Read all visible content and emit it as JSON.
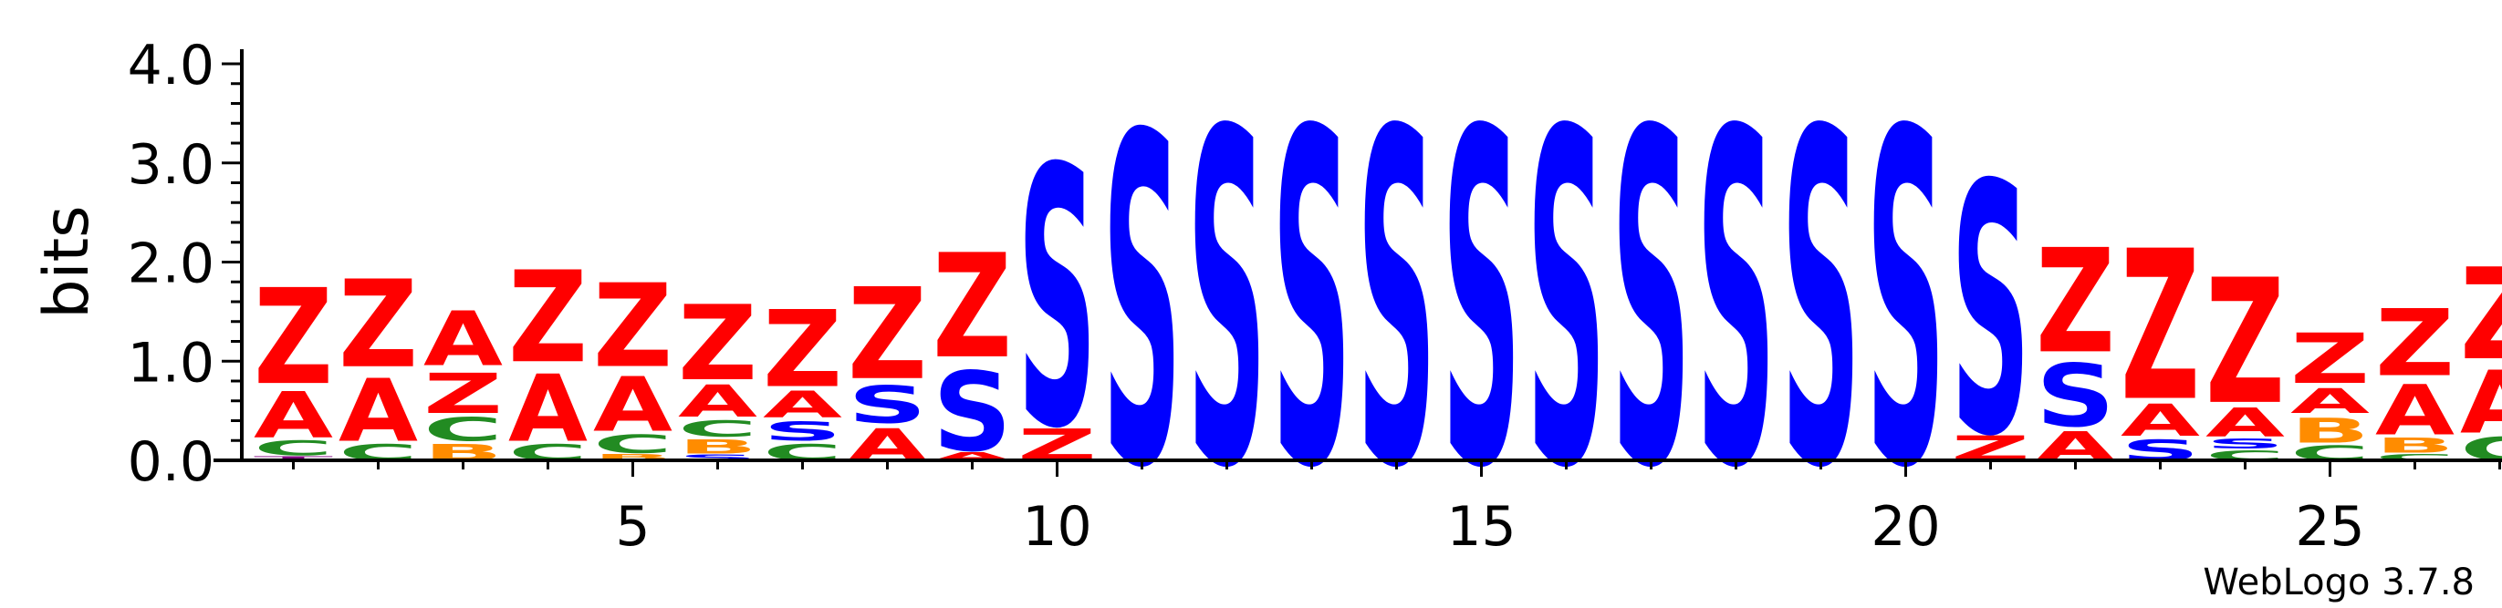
{
  "chart_data": {
    "type": "sequence-logo",
    "ylabel": "bits",
    "ylim": [
      0,
      4
    ],
    "y_ticks": [
      "0.0",
      "1.0",
      "2.0",
      "3.0",
      "4.0"
    ],
    "x_ticks": [
      "5",
      "10",
      "15",
      "20",
      "25"
    ],
    "x_tick_positions": [
      5,
      10,
      15,
      20,
      25
    ],
    "n_positions": 27,
    "credit": "WebLogo 3.7.8",
    "colors": {
      "Z": "#ff0000",
      "A": "#ff0000",
      "S": "#0000ff",
      "C": "#228b22",
      "B": "#ff8c00",
      "T": "#800080"
    },
    "positions": [
      {
        "pos": 1,
        "stack": [
          [
            "T",
            0.05
          ],
          [
            "C",
            0.18
          ],
          [
            "A",
            0.55
          ],
          [
            "Z",
            1.15
          ]
        ]
      },
      {
        "pos": 2,
        "stack": [
          [
            "C",
            0.2
          ],
          [
            "A",
            0.75
          ],
          [
            "Z",
            1.05
          ]
        ]
      },
      {
        "pos": 3,
        "stack": [
          [
            "B",
            0.2
          ],
          [
            "C",
            0.28
          ],
          [
            "Z",
            0.48
          ],
          [
            "A",
            0.65
          ]
        ]
      },
      {
        "pos": 4,
        "stack": [
          [
            "C",
            0.2
          ],
          [
            "A",
            0.8
          ],
          [
            "Z",
            1.1
          ]
        ]
      },
      {
        "pos": 5,
        "stack": [
          [
            "B",
            0.08
          ],
          [
            "C",
            0.22
          ],
          [
            "A",
            0.65
          ],
          [
            "Z",
            1.0
          ]
        ]
      },
      {
        "pos": 6,
        "stack": [
          [
            "S",
            0.07
          ],
          [
            "B",
            0.17
          ],
          [
            "C",
            0.2
          ],
          [
            "A",
            0.38
          ],
          [
            "Z",
            0.9
          ]
        ]
      },
      {
        "pos": 7,
        "stack": [
          [
            "C",
            0.2
          ],
          [
            "S",
            0.23
          ],
          [
            "A",
            0.32
          ],
          [
            "Z",
            0.92
          ]
        ]
      },
      {
        "pos": 8,
        "stack": [
          [
            "A",
            0.38
          ],
          [
            "S",
            0.45
          ],
          [
            "Z",
            1.1
          ]
        ]
      },
      {
        "pos": 9,
        "stack": [
          [
            "A",
            0.1
          ],
          [
            "S",
            0.95
          ],
          [
            "Z",
            1.25
          ]
        ]
      },
      {
        "pos": 10,
        "stack": [
          [
            "Z",
            0.38
          ],
          [
            "S",
            3.1
          ]
        ]
      },
      {
        "pos": 11,
        "stack": [
          [
            "S",
            3.95
          ]
        ]
      },
      {
        "pos": 12,
        "stack": [
          [
            "S",
            4.0
          ]
        ]
      },
      {
        "pos": 13,
        "stack": [
          [
            "S",
            4.0
          ]
        ]
      },
      {
        "pos": 14,
        "stack": [
          [
            "S",
            4.0
          ]
        ]
      },
      {
        "pos": 15,
        "stack": [
          [
            "S",
            4.0
          ]
        ]
      },
      {
        "pos": 16,
        "stack": [
          [
            "S",
            4.0
          ]
        ]
      },
      {
        "pos": 17,
        "stack": [
          [
            "S",
            4.0
          ]
        ]
      },
      {
        "pos": 18,
        "stack": [
          [
            "S",
            4.0
          ]
        ]
      },
      {
        "pos": 19,
        "stack": [
          [
            "S",
            4.0
          ]
        ]
      },
      {
        "pos": 20,
        "stack": [
          [
            "S",
            4.0
          ]
        ]
      },
      {
        "pos": 21,
        "stack": [
          [
            "Z",
            0.3
          ],
          [
            "S",
            3.0
          ]
        ]
      },
      {
        "pos": 22,
        "stack": [
          [
            "A",
            0.35
          ],
          [
            "S",
            0.75
          ],
          [
            "Z",
            1.25
          ]
        ]
      },
      {
        "pos": 23,
        "stack": [
          [
            "S",
            0.25
          ],
          [
            "A",
            0.38
          ],
          [
            "Z",
            1.8
          ]
        ]
      },
      {
        "pos": 24,
        "stack": [
          [
            "C",
            0.12
          ],
          [
            "S",
            0.12
          ],
          [
            "A",
            0.35
          ],
          [
            "Z",
            1.5
          ]
        ]
      },
      {
        "pos": 25,
        "stack": [
          [
            "C",
            0.18
          ],
          [
            "B",
            0.3
          ],
          [
            "A",
            0.3
          ],
          [
            "Z",
            0.6
          ]
        ]
      },
      {
        "pos": 26,
        "stack": [
          [
            "C",
            0.08
          ],
          [
            "B",
            0.18
          ],
          [
            "A",
            0.6
          ],
          [
            "Z",
            0.8
          ]
        ]
      },
      {
        "pos": 27,
        "stack": [
          [
            "C",
            0.28
          ],
          [
            "A",
            0.75
          ],
          [
            "Z",
            1.1
          ]
        ]
      }
    ]
  }
}
